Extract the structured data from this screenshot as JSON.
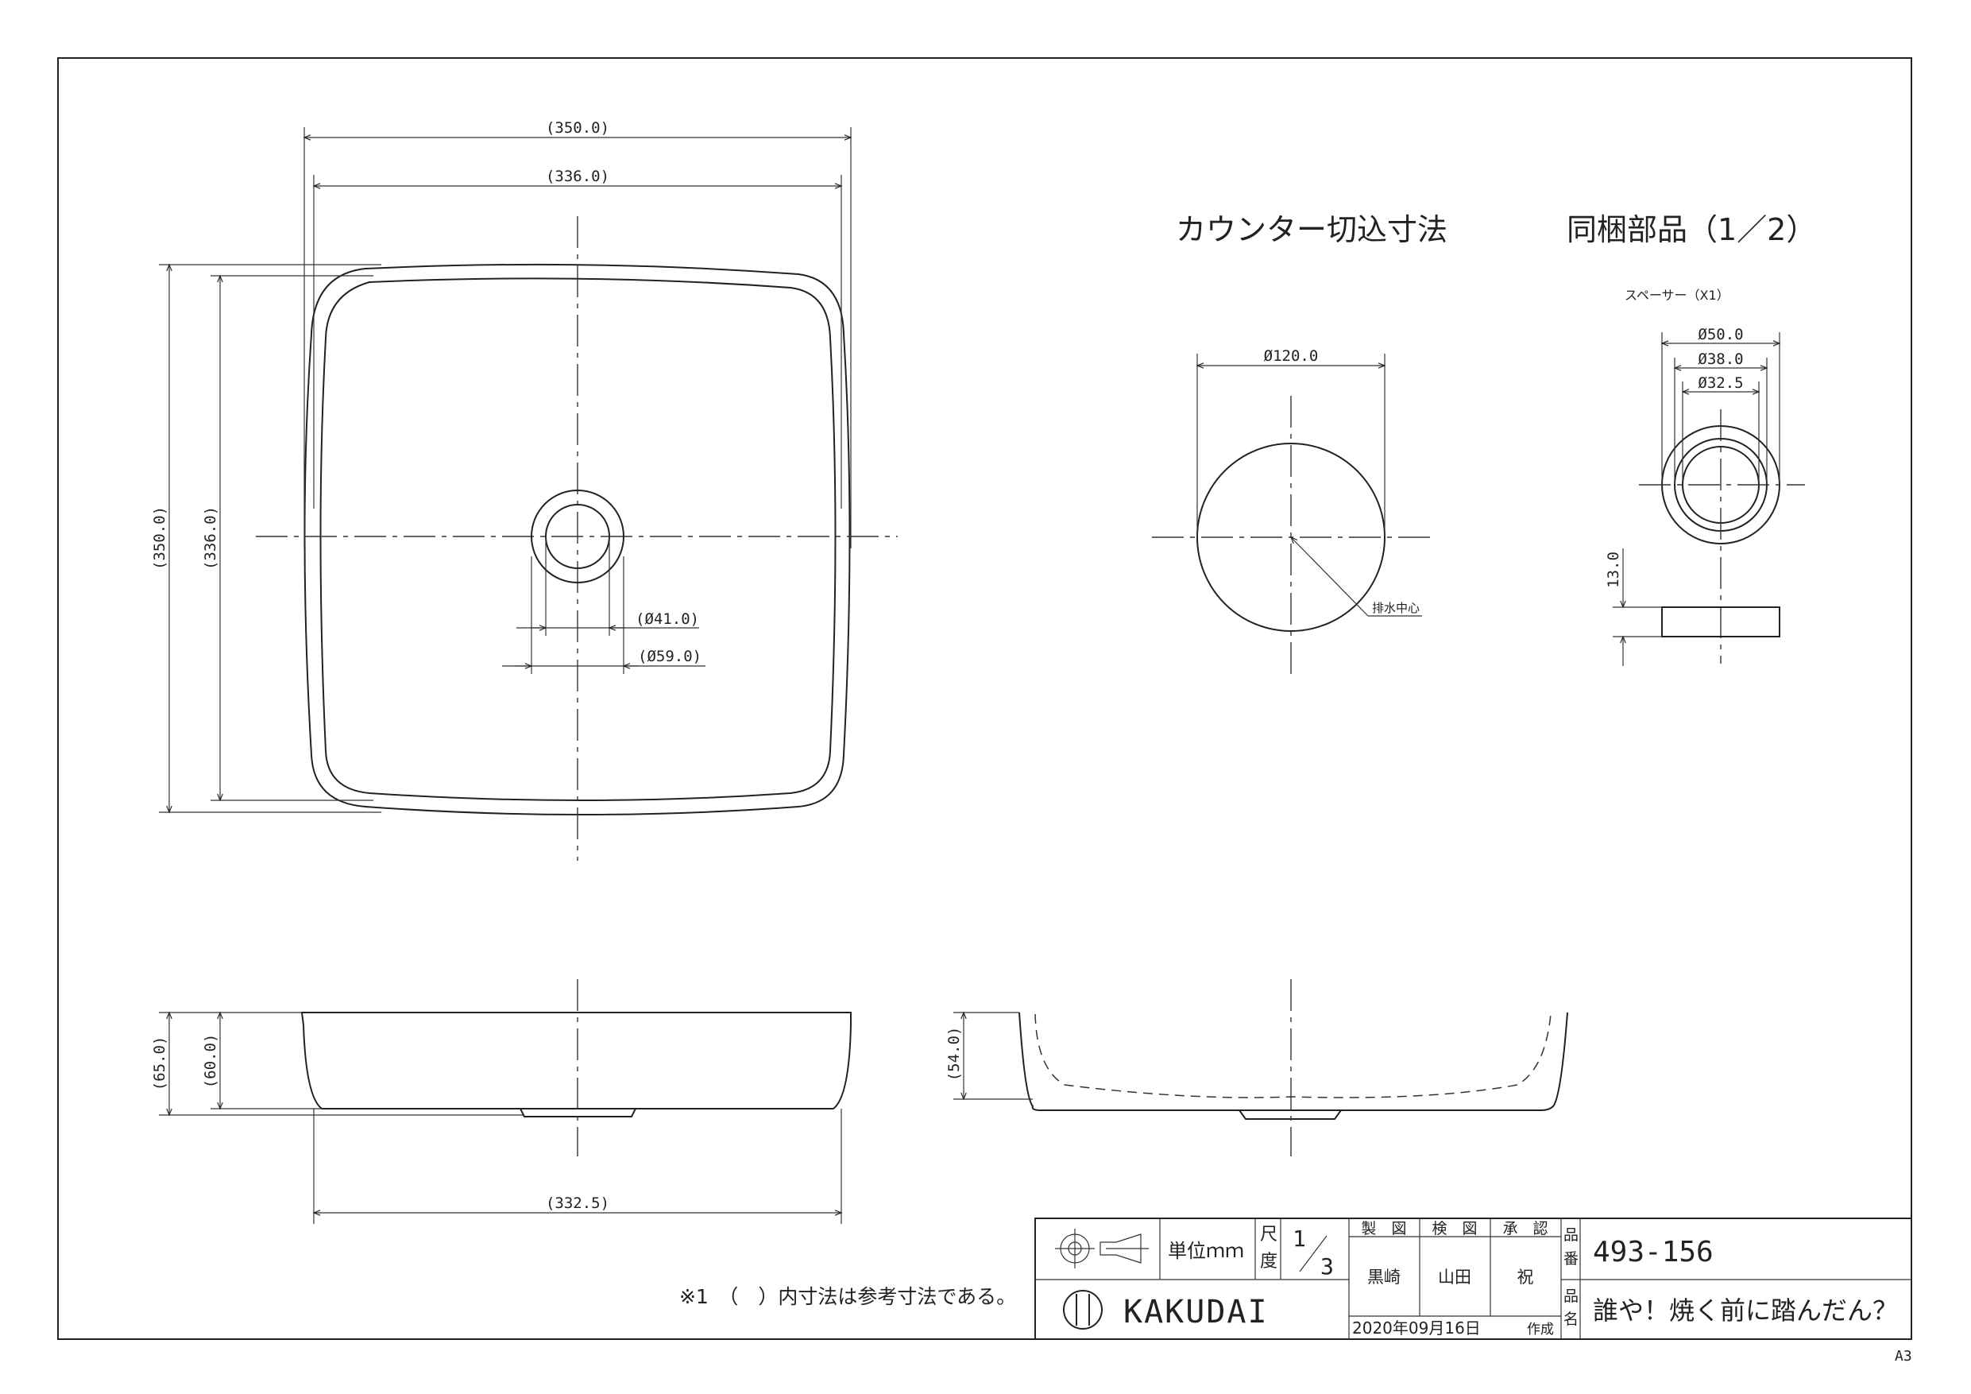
{
  "titles": {
    "counter_cutout": "カウンター切込寸法",
    "bundled_parts": "同梱部品（1／2）",
    "spacer": "スペーサー（X1）"
  },
  "dims": {
    "top_w_outer": "(350.0)",
    "top_w_inner": "(336.0)",
    "top_h_outer": "(350.0)",
    "top_h_inner": "(336.0)",
    "drain_41": "(Ø41.0)",
    "drain_59": "(Ø59.0)",
    "cut_dia": "Ø120.0",
    "drain_center": "排水中心",
    "spacer_50": "Ø50.0",
    "spacer_38": "Ø38.0",
    "spacer_32": "Ø32.5",
    "spacer_h": "13.0",
    "side_h_outer": "(65.0)",
    "side_h_inner": "(60.0)",
    "side_bottom_w": "(332.5)",
    "side2_h": "(54.0)"
  },
  "note": "※1　（　）内寸法は参考寸法である。",
  "title_block": {
    "unit_label": "単位ｍｍ",
    "scale_label_1": "尺",
    "scale_label_2": "度",
    "scale_num": "1",
    "scale_den": "3",
    "h_drawn": "製　図",
    "h_checked": "検　図",
    "h_approved": "承　認",
    "drawn_by": "黒崎",
    "checked_by": "山田",
    "approved_by": "祝",
    "date": "2020年09月16日",
    "created": "作成",
    "part_no_label_1": "品",
    "part_no_label_2": "番",
    "part_no": "493-156",
    "part_name_label_1": "品",
    "part_name_label_2": "名",
    "part_name": "誰や！焼く前に踏んだん？",
    "logo_text": "KAKUDAI"
  },
  "sheet_size": "A3"
}
